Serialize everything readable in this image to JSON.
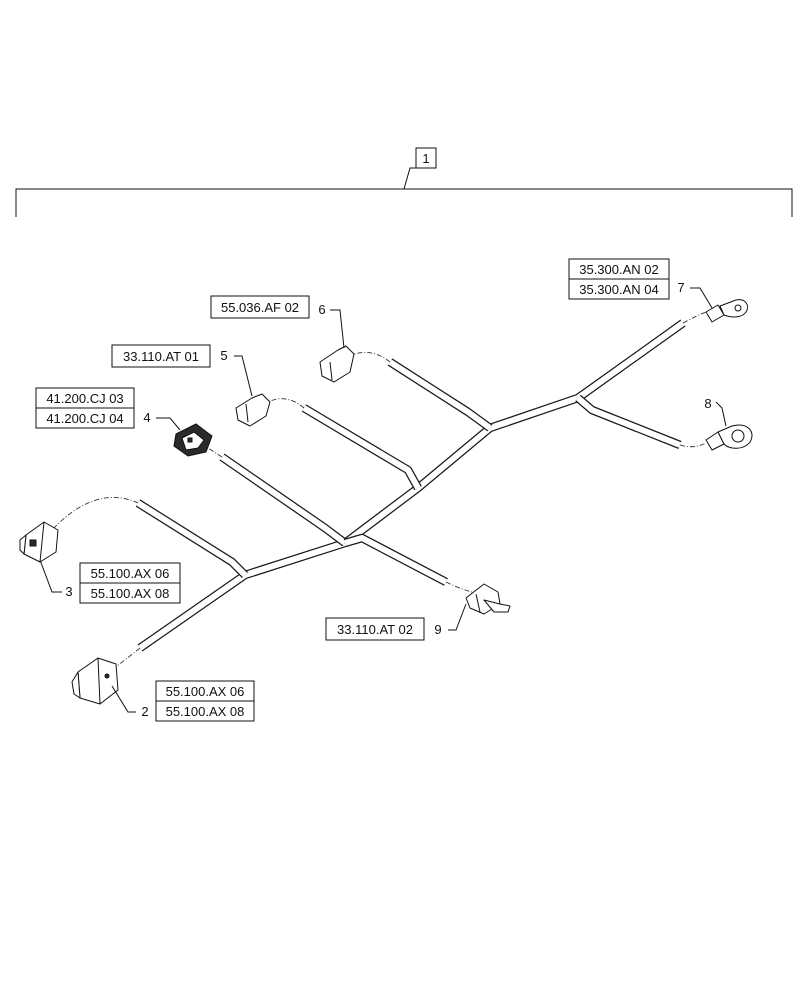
{
  "diagram": {
    "assembly_callout": "1",
    "parts": [
      {
        "callout": "2",
        "refs": [
          "55.100.AX 06",
          "55.100.AX 08"
        ]
      },
      {
        "callout": "3",
        "refs": [
          "55.100.AX 06",
          "55.100.AX 08"
        ]
      },
      {
        "callout": "4",
        "refs": [
          "41.200.CJ 03",
          "41.200.CJ 04"
        ]
      },
      {
        "callout": "5",
        "refs": [
          "33.110.AT 01"
        ]
      },
      {
        "callout": "6",
        "refs": [
          "55.036.AF 02"
        ]
      },
      {
        "callout": "7",
        "refs": [
          "35.300.AN 02",
          "35.300.AN 04"
        ]
      },
      {
        "callout": "8",
        "refs": []
      },
      {
        "callout": "9",
        "refs": [
          "33.110.AT 02"
        ]
      }
    ]
  }
}
